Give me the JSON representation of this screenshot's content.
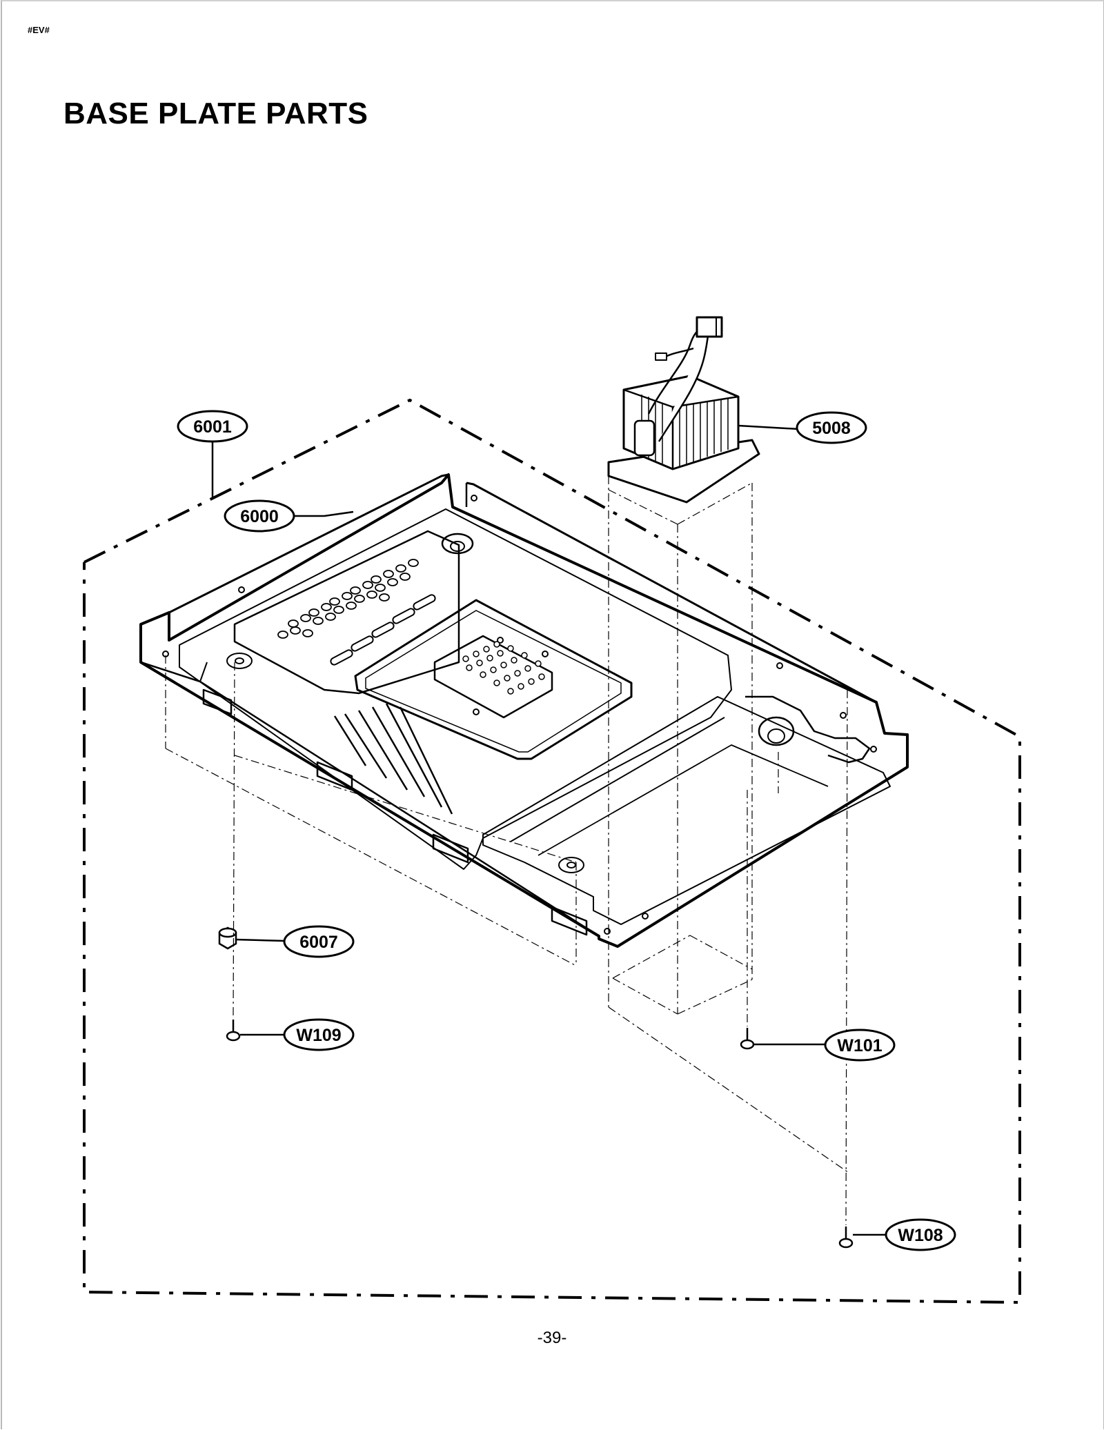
{
  "header": {
    "code": "#EV#"
  },
  "title": "BASE PLATE PARTS",
  "callouts": {
    "p6001": "6001",
    "p6000": "6000",
    "p5008": "5008",
    "p6007": "6007",
    "w109": "W109",
    "w101": "W101",
    "w108": "W108"
  },
  "footer": {
    "page_number": "-39-"
  }
}
